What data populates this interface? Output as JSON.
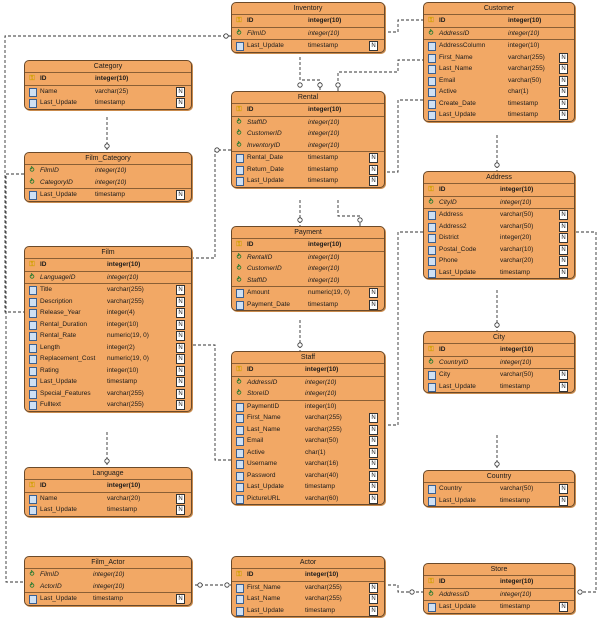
{
  "entities": [
    {
      "name": "Inventory",
      "columns": [
        {
          "name": "ID",
          "type": "integer(10)",
          "kind": "pk",
          "nn": false
        },
        {
          "name": "FilmID",
          "type": "integer(10)",
          "kind": "fk",
          "nn": false
        },
        {
          "name": "Last_Update",
          "type": "timestamp",
          "kind": "col",
          "nn": true
        }
      ]
    },
    {
      "name": "Customer",
      "columns": [
        {
          "name": "ID",
          "type": "integer(10)",
          "kind": "pk",
          "nn": false
        },
        {
          "name": "AddressID",
          "type": "integer(10)",
          "kind": "fk",
          "nn": false
        },
        {
          "name": "AddressColumn",
          "type": "integer(10)",
          "kind": "col",
          "nn": false
        },
        {
          "name": "First_Name",
          "type": "varchar(255)",
          "kind": "col",
          "nn": true
        },
        {
          "name": "Last_Name",
          "type": "varchar(255)",
          "kind": "col",
          "nn": true
        },
        {
          "name": "Email",
          "type": "varchar(50)",
          "kind": "col",
          "nn": true
        },
        {
          "name": "Active",
          "type": "char(1)",
          "kind": "col",
          "nn": true
        },
        {
          "name": "Create_Date",
          "type": "timestamp",
          "kind": "col",
          "nn": true
        },
        {
          "name": "Last_Update",
          "type": "timestamp",
          "kind": "col",
          "nn": true
        }
      ]
    },
    {
      "name": "Category",
      "columns": [
        {
          "name": "ID",
          "type": "integer(10)",
          "kind": "pk",
          "nn": false
        },
        {
          "name": "Name",
          "type": "varchar(25)",
          "kind": "col",
          "nn": true
        },
        {
          "name": "Last_Update",
          "type": "timestamp",
          "kind": "col",
          "nn": true
        }
      ]
    },
    {
      "name": "Rental",
      "columns": [
        {
          "name": "ID",
          "type": "integer(10)",
          "kind": "pk",
          "nn": false
        },
        {
          "name": "StaffID",
          "type": "integer(10)",
          "kind": "fk",
          "nn": false
        },
        {
          "name": "CustomerID",
          "type": "integer(10)",
          "kind": "fk",
          "nn": false
        },
        {
          "name": "InventoryID",
          "type": "integer(10)",
          "kind": "fk",
          "nn": false
        },
        {
          "name": "Rental_Date",
          "type": "timestamp",
          "kind": "col",
          "nn": true
        },
        {
          "name": "Return_Date",
          "type": "timestamp",
          "kind": "col",
          "nn": true
        },
        {
          "name": "Last_Update",
          "type": "timestamp",
          "kind": "col",
          "nn": true
        }
      ]
    },
    {
      "name": "Film_Category",
      "columns": [
        {
          "name": "FilmID",
          "type": "integer(10)",
          "kind": "fk",
          "nn": false
        },
        {
          "name": "CategoryID",
          "type": "integer(10)",
          "kind": "fk",
          "nn": false
        },
        {
          "name": "Last_Update",
          "type": "timestamp",
          "kind": "col",
          "nn": true
        }
      ]
    },
    {
      "name": "Address",
      "columns": [
        {
          "name": "ID",
          "type": "integer(10)",
          "kind": "pk",
          "nn": false
        },
        {
          "name": "CityID",
          "type": "integer(10)",
          "kind": "fk",
          "nn": false
        },
        {
          "name": "Address",
          "type": "varchar(50)",
          "kind": "col",
          "nn": true
        },
        {
          "name": "Address2",
          "type": "varchar(50)",
          "kind": "col",
          "nn": true
        },
        {
          "name": "District",
          "type": "integer(20)",
          "kind": "col",
          "nn": true
        },
        {
          "name": "Postal_Code",
          "type": "varchar(10)",
          "kind": "col",
          "nn": true
        },
        {
          "name": "Phone",
          "type": "varchar(20)",
          "kind": "col",
          "nn": true
        },
        {
          "name": "Last_Update",
          "type": "timestamp",
          "kind": "col",
          "nn": true
        }
      ]
    },
    {
      "name": "Payment",
      "columns": [
        {
          "name": "ID",
          "type": "integer(10)",
          "kind": "pk",
          "nn": false
        },
        {
          "name": "RentalID",
          "type": "integer(10)",
          "kind": "fk",
          "nn": false
        },
        {
          "name": "CustomerID",
          "type": "integer(10)",
          "kind": "fk",
          "nn": false
        },
        {
          "name": "StaffID",
          "type": "integer(10)",
          "kind": "fk",
          "nn": false
        },
        {
          "name": "Amount",
          "type": "numeric(19, 0)",
          "kind": "col",
          "nn": true
        },
        {
          "name": "Payment_Date",
          "type": "timestamp",
          "kind": "col",
          "nn": true
        }
      ]
    },
    {
      "name": "Film",
      "columns": [
        {
          "name": "ID",
          "type": "integer(10)",
          "kind": "pk",
          "nn": false
        },
        {
          "name": "LanguageID",
          "type": "integer(10)",
          "kind": "fk",
          "nn": false
        },
        {
          "name": "Title",
          "type": "varchar(255)",
          "kind": "col",
          "nn": true
        },
        {
          "name": "Description",
          "type": "varchar(255)",
          "kind": "col",
          "nn": true
        },
        {
          "name": "Release_Year",
          "type": "integer(4)",
          "kind": "col",
          "nn": true
        },
        {
          "name": "Rental_Duration",
          "type": "integer(10)",
          "kind": "col",
          "nn": true
        },
        {
          "name": "Rental_Rate",
          "type": "numeric(19, 0)",
          "kind": "col",
          "nn": true
        },
        {
          "name": "Length",
          "type": "integer(2)",
          "kind": "col",
          "nn": true
        },
        {
          "name": "Replacement_Cost",
          "type": "numeric(19, 0)",
          "kind": "col",
          "nn": true
        },
        {
          "name": "Rating",
          "type": "integer(10)",
          "kind": "col",
          "nn": true
        },
        {
          "name": "Last_Update",
          "type": "timestamp",
          "kind": "col",
          "nn": true
        },
        {
          "name": "Special_Features",
          "type": "varchar(255)",
          "kind": "col",
          "nn": true
        },
        {
          "name": "Fulltext",
          "type": "varchar(255)",
          "kind": "col",
          "nn": true
        }
      ]
    },
    {
      "name": "City",
      "columns": [
        {
          "name": "ID",
          "type": "integer(10)",
          "kind": "pk",
          "nn": false
        },
        {
          "name": "CountryID",
          "type": "integer(10)",
          "kind": "fk",
          "nn": false
        },
        {
          "name": "City",
          "type": "varchar(50)",
          "kind": "col",
          "nn": true
        },
        {
          "name": "Last_Update",
          "type": "timestamp",
          "kind": "col",
          "nn": true
        }
      ]
    },
    {
      "name": "Staff",
      "columns": [
        {
          "name": "ID",
          "type": "integer(10)",
          "kind": "pk",
          "nn": false
        },
        {
          "name": "AddressID",
          "type": "integer(10)",
          "kind": "fk",
          "nn": false
        },
        {
          "name": "StoreID",
          "type": "integer(10)",
          "kind": "fk",
          "nn": false
        },
        {
          "name": "PaymentID",
          "type": "integer(10)",
          "kind": "col",
          "nn": false
        },
        {
          "name": "First_Name",
          "type": "varchar(255)",
          "kind": "col",
          "nn": true
        },
        {
          "name": "Last_Name",
          "type": "varchar(255)",
          "kind": "col",
          "nn": true
        },
        {
          "name": "Email",
          "type": "varchar(50)",
          "kind": "col",
          "nn": true
        },
        {
          "name": "Active",
          "type": "char(1)",
          "kind": "col",
          "nn": true
        },
        {
          "name": "Username",
          "type": "varchar(16)",
          "kind": "col",
          "nn": true
        },
        {
          "name": "Password",
          "type": "varchar(40)",
          "kind": "col",
          "nn": true
        },
        {
          "name": "Last_Update",
          "type": "timestamp",
          "kind": "col",
          "nn": true
        },
        {
          "name": "PictureURL",
          "type": "varchar(60)",
          "kind": "col",
          "nn": true
        }
      ]
    },
    {
      "name": "Language",
      "columns": [
        {
          "name": "ID",
          "type": "integer(10)",
          "kind": "pk",
          "nn": false
        },
        {
          "name": "Name",
          "type": "varchar(20)",
          "kind": "col",
          "nn": true
        },
        {
          "name": "Last_Update",
          "type": "timestamp",
          "kind": "col",
          "nn": true
        }
      ]
    },
    {
      "name": "Country",
      "columns": [
        {
          "name": "Country",
          "type": "varchar(50)",
          "kind": "col",
          "nn": true
        },
        {
          "name": "Last_Update",
          "type": "timestamp",
          "kind": "col",
          "nn": true
        }
      ]
    },
    {
      "name": "Film_Actor",
      "columns": [
        {
          "name": "FilmID",
          "type": "integer(10)",
          "kind": "fk",
          "nn": false
        },
        {
          "name": "ActorID",
          "type": "integer(10)",
          "kind": "fk",
          "nn": false
        },
        {
          "name": "Last_Update",
          "type": "timestamp",
          "kind": "col",
          "nn": true
        }
      ]
    },
    {
      "name": "Actor",
      "columns": [
        {
          "name": "ID",
          "type": "integer(10)",
          "kind": "pk",
          "nn": false
        },
        {
          "name": "First_Name",
          "type": "varchar(255)",
          "kind": "col",
          "nn": true
        },
        {
          "name": "Last_Name",
          "type": "varchar(255)",
          "kind": "col",
          "nn": true
        },
        {
          "name": "Last_Update",
          "type": "timestamp",
          "kind": "col",
          "nn": true
        }
      ]
    },
    {
      "name": "Store",
      "columns": [
        {
          "name": "ID",
          "type": "integer(10)",
          "kind": "pk",
          "nn": false
        },
        {
          "name": "AddressID",
          "type": "integer(10)",
          "kind": "fk",
          "nn": false
        },
        {
          "name": "Last_Update",
          "type": "timestamp",
          "kind": "col",
          "nn": true
        }
      ]
    }
  ],
  "nn_marker": "N",
  "colors": {
    "entity_fill": "#f2a865",
    "entity_border": "#6b4a2a",
    "line": "#333333"
  }
}
